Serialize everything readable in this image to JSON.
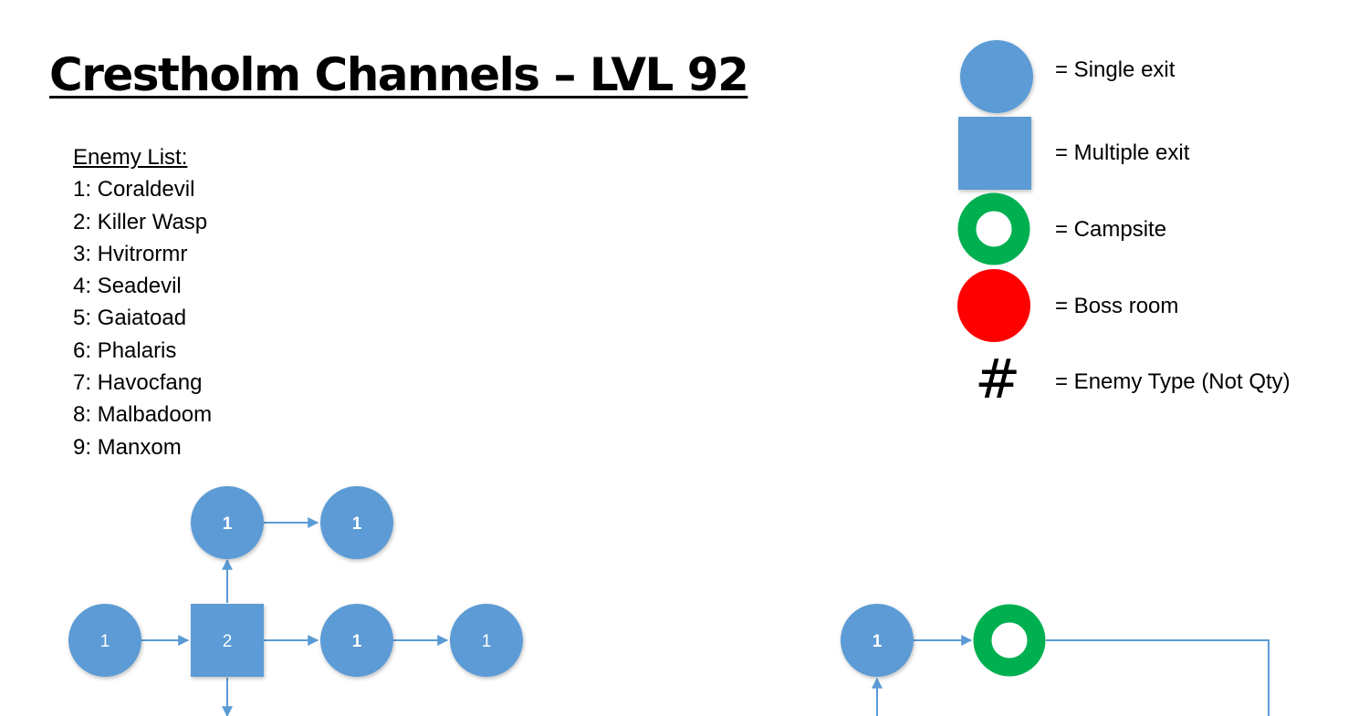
{
  "title": "Crestholm Channels – LVL 92",
  "enemy_list": {
    "heading": "Enemy List:",
    "items": [
      "1: Coraldevil",
      "2: Killer Wasp",
      "3: Hvitrormr",
      "4: Seadevil",
      "5: Gaiatoad",
      "6: Phalaris",
      "7: Havocfang",
      "8: Malbadoom",
      "9: Manxom"
    ]
  },
  "legend": {
    "single_exit": "= Single exit",
    "multiple_exit": "= Multiple exit",
    "campsite": "= Campsite",
    "boss_room": "= Boss room",
    "enemy_type_symbol": "#",
    "enemy_type": "= Enemy Type (Not Qty)"
  },
  "colors": {
    "room_blue": "#5b9bd5",
    "campsite_green": "#00b050",
    "boss_red": "#ff0000"
  },
  "map": {
    "nodes": {
      "top_a": "1",
      "top_b": "1",
      "left_start": "1",
      "hub": "2",
      "mid_a": "1",
      "mid_b": "1",
      "right_room": "1"
    }
  }
}
